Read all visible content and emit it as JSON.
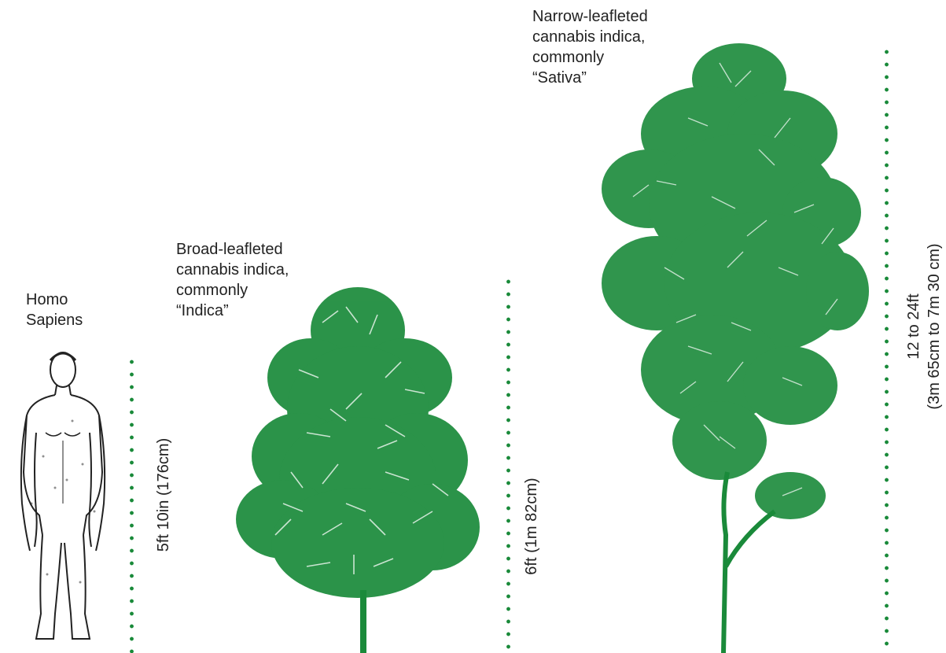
{
  "figures": [
    {
      "id": "human",
      "label": "Homo\nSapiens",
      "height_label": "5ft 10in (176cm)"
    },
    {
      "id": "indica",
      "label": "Broad-leafleted\ncannabis indica,\ncommonly\n“Indica”",
      "height_label": "6ft (1m 82cm)"
    },
    {
      "id": "sativa",
      "label": "Narrow-leafleted\ncannabis indica,\ncommonly\n“Sativa”",
      "height_label": "12 to 24ft\n(3m 65cm to 7m 30 cm)"
    }
  ],
  "colors": {
    "plant": "#1a8a3a",
    "plant_light": "#2ea653",
    "human": "#222222",
    "dots": "#1a8a3a"
  }
}
